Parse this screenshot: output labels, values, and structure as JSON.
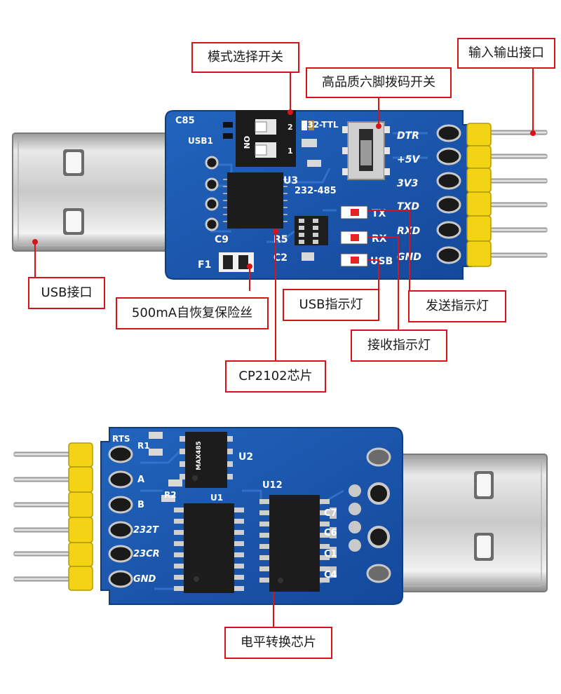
{
  "labels": {
    "mode_switch": "模式选择开关",
    "dip_switch": "高品质六脚拨码开关",
    "io_port": "输入输出接口",
    "usb_port": "USB接口",
    "fuse": "500mA自恢复保险丝",
    "usb_led": "USB指示灯",
    "tx_led": "发送指示灯",
    "rx_led": "接收指示灯",
    "cp2102": "CP2102芯片",
    "level_chip": "电平转换芯片"
  },
  "top_board": {
    "silk": {
      "c85": "C85",
      "usb1": "USB1",
      "u3": "U3",
      "ttl": "232-TTL",
      "rs485": "232-485",
      "dtr": "DTR",
      "v5": "+5V",
      "v3": "3V3",
      "txd": "TXD",
      "rxd": "RXD",
      "gnd": "GND",
      "tx": "TX",
      "rx": "RX",
      "usb": "USB",
      "c9": "C9",
      "r5": "R5",
      "c2": "C2",
      "f1": "F1",
      "on": "ON",
      "sw1": "1",
      "sw2": "2"
    }
  },
  "bottom_board": {
    "silk": {
      "rts": "RTS",
      "r1": "R1",
      "a": "A",
      "b": "B",
      "t232": "232T",
      "r232": "23CR",
      "gnd": "GND",
      "r2": "R2",
      "u1": "U1",
      "u2": "U2",
      "u12": "U12",
      "c7": "C7",
      "c6": "C6",
      "c1": "C1",
      "c4": "C4",
      "max485": "MAX485"
    }
  },
  "colors": {
    "callout_border": "#d8131a",
    "pcb": "#1c59ae",
    "header": "#f2d415"
  }
}
